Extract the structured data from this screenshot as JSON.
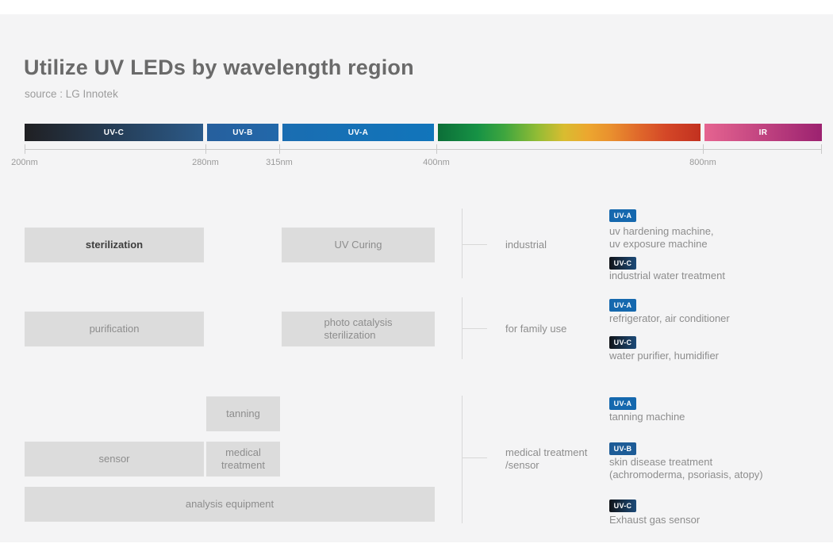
{
  "page": {
    "title": "Utilize UV LEDs by wavelength region",
    "source": "source : LG Innotek"
  },
  "spectrum": {
    "segments": [
      {
        "name": "UV-C",
        "label": "UV-C",
        "range": "200-280nm",
        "color_start": "#202023",
        "color_end": "#2b5a89"
      },
      {
        "name": "UV-B",
        "label": "UV-B",
        "range": "280-315nm",
        "color_start": "#265f9d",
        "color_end": "#2268aa"
      },
      {
        "name": "UV-A",
        "label": "UV-A",
        "range": "315-400nm",
        "color_start": "#1a6db1",
        "color_end": "#1175bb"
      },
      {
        "name": "visible",
        "label": "",
        "range": "400-800nm",
        "color_start": "#0c6e38",
        "color_end": "#c23120"
      },
      {
        "name": "IR",
        "label": "IR",
        "range": "800nm+",
        "color_start": "#e56490",
        "color_end": "#9c2270"
      }
    ],
    "ticks": [
      "200nm",
      "280nm",
      "315nm",
      "400nm",
      "800nm"
    ]
  },
  "applications": {
    "sterilization": "sterilization",
    "uv_curing": "UV Curing",
    "purification": "purification",
    "photo_catalysis": "photo catalysis\nsterilization",
    "tanning": "tanning",
    "sensor": "sensor",
    "medical_treatment": "medical treatment",
    "analysis_equipment": "analysis equipment"
  },
  "categories": {
    "industrial": "industrial",
    "family": "for family use",
    "medical": "medical treatment\n/sensor"
  },
  "details": {
    "industrial": [
      {
        "badge": "UV-A",
        "text": "uv hardening machine,\nuv exposure machine"
      },
      {
        "badge": "UV-C",
        "text": "industrial water treatment"
      }
    ],
    "family": [
      {
        "badge": "UV-A",
        "text": "refrigerator, air conditioner"
      },
      {
        "badge": "UV-C",
        "text": "water purifier, humidifier"
      }
    ],
    "medical": [
      {
        "badge": "UV-A",
        "text": "tanning machine"
      },
      {
        "badge": "UV-B",
        "text": "skin disease treatment\n(achromoderma, psoriasis, atopy)"
      },
      {
        "badge": "UV-C",
        "text": "Exhaust gas sensor"
      }
    ]
  },
  "colors": {
    "background": "#f4f4f5",
    "box_fill": "#dcdcdc",
    "text_gray": "#8d8d8d",
    "title_gray": "#6a6a6a",
    "badge_uva": "#1568ae",
    "badge_uvb": "#1d5c97",
    "badge_uvc_start": "#111419",
    "badge_uvc_end": "#1c4a78"
  }
}
